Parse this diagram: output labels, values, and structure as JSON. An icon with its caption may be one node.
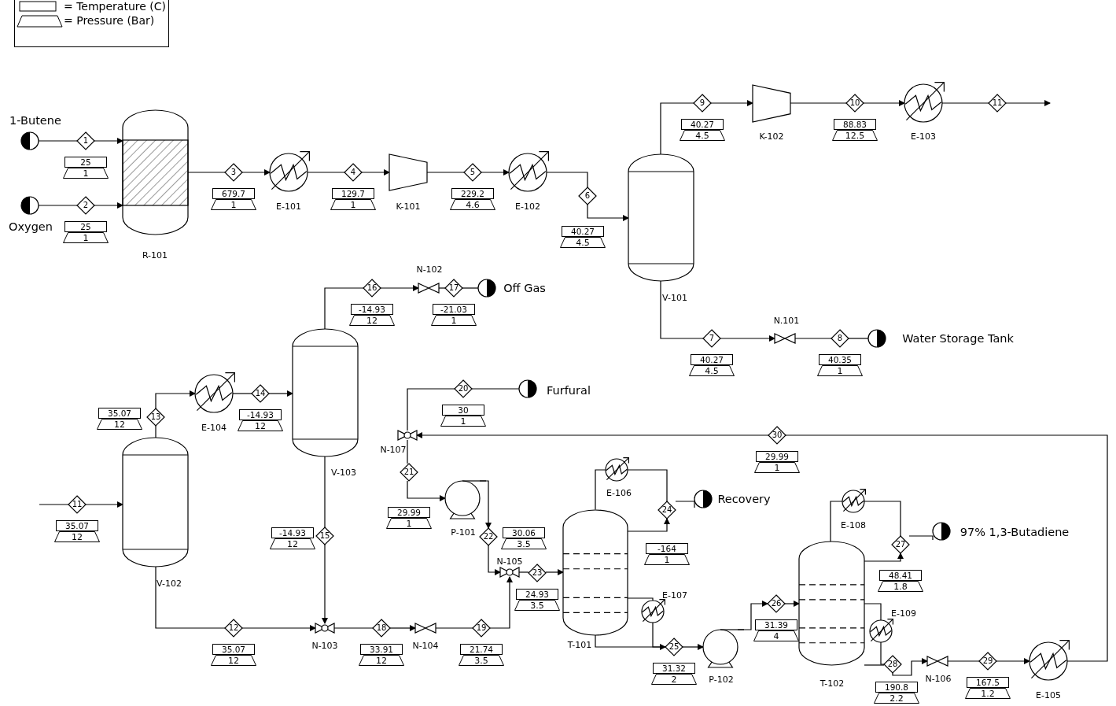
{
  "diagram": {
    "nodes": [
      {
        "text": [
          "1-Butene"
        ]
      },
      {
        "text": [
          "Oxygen"
        ]
      },
      {
        "text": [
          "1"
        ],
        "beside": [
          "25",
          "1"
        ]
      },
      {
        "text": [
          "2"
        ],
        "beside": [
          "25",
          "1"
        ]
      },
      {
        "text": [
          "R-101"
        ]
      },
      {
        "text": [
          "3"
        ],
        "beside": [
          "679.7",
          "1"
        ]
      },
      {
        "text": [
          "E-101"
        ]
      },
      {
        "text": [
          "4"
        ],
        "beside": [
          "129.7",
          "1"
        ]
      },
      {
        "text": [
          "K-101"
        ]
      },
      {
        "text": [
          "5"
        ],
        "beside": [
          "229.2",
          "4.6"
        ]
      },
      {
        "text": [
          "E-102"
        ]
      },
      {
        "text": [
          "6"
        ],
        "beside": [
          "40.27",
          "4.5"
        ]
      },
      {
        "text": [
          "V-101"
        ]
      },
      {
        "text": [
          "9"
        ],
        "beside": [
          "40.27",
          "4.5"
        ]
      },
      {
        "text": [
          "K-102"
        ]
      },
      {
        "text": [
          "10"
        ],
        "beside": [
          "88.83",
          "12.5"
        ]
      },
      {
        "text": [
          "E-103"
        ]
      },
      {
        "text": [
          "11"
        ]
      },
      {
        "text": [
          "7"
        ],
        "beside": [
          "40.27",
          "4.5"
        ]
      },
      {
        "text": [
          "N.101"
        ]
      },
      {
        "text": [
          "8"
        ],
        "beside": [
          "40.35",
          "1"
        ]
      },
      {
        "text": [
          "Water Storage Tank"
        ]
      },
      {
        "text": [
          "16"
        ],
        "beside": [
          "-14.93",
          "12"
        ]
      },
      {
        "text": [
          "N-102"
        ]
      },
      {
        "text": [
          "17"
        ],
        "beside": [
          "-21.03",
          "1"
        ]
      },
      {
        "text": [
          "Off Gas"
        ]
      },
      {
        "text": [
          "V-103"
        ]
      },
      {
        "text": [
          "13"
        ],
        "beside": [
          "35.07",
          "12"
        ]
      },
      {
        "text": [
          "E-104"
        ]
      },
      {
        "text": [
          "14"
        ],
        "beside": [
          "-14.93",
          "12"
        ]
      },
      {
        "text": [
          "20"
        ],
        "beside": [
          "30",
          "1"
        ]
      },
      {
        "text": [
          "Furfural"
        ]
      },
      {
        "text": [
          "N-107"
        ]
      },
      {
        "text": [
          "30"
        ],
        "beside": [
          "29.99",
          "1"
        ]
      },
      {
        "text": [
          "21"
        ],
        "beside": [
          "29.99",
          "1"
        ]
      },
      {
        "text": [
          "P-101"
        ]
      },
      {
        "text": [
          "11"
        ],
        "beside": [
          "35.07",
          "12"
        ]
      },
      {
        "text": [
          "V-102"
        ]
      },
      {
        "text": [
          "15"
        ],
        "beside": [
          "-14.93",
          "12"
        ]
      },
      {
        "text": [
          "22"
        ],
        "beside": [
          "30.06",
          "3.5"
        ]
      },
      {
        "text": [
          "E-106"
        ]
      },
      {
        "text": [
          "24"
        ],
        "beside": [
          "-164",
          "1"
        ]
      },
      {
        "text": [
          "Recovery"
        ]
      },
      {
        "text": [
          "T-101"
        ]
      },
      {
        "text": [
          "N-105"
        ]
      },
      {
        "text": [
          "23"
        ],
        "beside": [
          "24.93",
          "3.5"
        ]
      },
      {
        "text": [
          "E-107"
        ]
      },
      {
        "text": [
          "E-108"
        ]
      },
      {
        "text": [
          "27"
        ],
        "beside": [
          "48.41",
          "1.8"
        ]
      },
      {
        "text": [
          "97% 1,3-Butadiene"
        ]
      },
      {
        "text": [
          "T-102"
        ]
      },
      {
        "text": [
          "E-109"
        ]
      },
      {
        "text": [
          "26"
        ],
        "beside": [
          "31.39",
          "4"
        ]
      },
      {
        "text": [
          "12"
        ],
        "beside": [
          "35.07",
          "12"
        ]
      },
      {
        "text": [
          "N-103"
        ]
      },
      {
        "text": [
          "18"
        ],
        "beside": [
          "33.91",
          "12"
        ]
      },
      {
        "text": [
          "N-104"
        ]
      },
      {
        "text": [
          "19"
        ],
        "beside": [
          "21.74",
          "3.5"
        ]
      },
      {
        "text": [
          "25"
        ],
        "beside": [
          "31.32",
          "2"
        ]
      },
      {
        "text": [
          "P-102"
        ]
      },
      {
        "text": [
          "28"
        ],
        "beside": [
          "190.8",
          "2.2"
        ]
      },
      {
        "text": [
          "N-106"
        ]
      },
      {
        "text": [
          "29"
        ],
        "beside": [
          "167.5",
          "1.2"
        ]
      },
      {
        "text": [
          "E-105"
        ]
      }
    ],
    "edges": [
      {
        "from": 0,
        "to": 2,
        "arrow": "none"
      },
      {
        "from": 2,
        "to": 4,
        "arrow": "to"
      },
      {
        "from": 1,
        "to": 3,
        "arrow": "none"
      },
      {
        "from": 3,
        "to": 4,
        "arrow": "to"
      },
      {
        "from": 4,
        "to": 5,
        "arrow": "none"
      },
      {
        "from": 5,
        "to": 6,
        "arrow": "to"
      },
      {
        "from": 6,
        "to": 7,
        "arrow": "none"
      },
      {
        "from": 7,
        "to": 8,
        "arrow": "to"
      },
      {
        "from": 8,
        "to": 9,
        "arrow": "none"
      },
      {
        "from": 9,
        "to": 10,
        "arrow": "to"
      },
      {
        "from": 10,
        "to": 11,
        "arrow": "none"
      },
      {
        "from": 11,
        "to": 12,
        "arrow": "to"
      },
      {
        "from": 12,
        "to": 13,
        "arrow": "none"
      },
      {
        "from": 13,
        "to": 14,
        "arrow": "to"
      },
      {
        "from": 14,
        "to": 15,
        "arrow": "none"
      },
      {
        "from": 15,
        "to": 16,
        "arrow": "to"
      },
      {
        "from": 16,
        "to": 17,
        "arrow": "none"
      },
      {
        "from": 17,
        "to": null,
        "arrow": "to"
      },
      {
        "from": 12,
        "to": 18,
        "arrow": "none"
      },
      {
        "from": 18,
        "to": 19,
        "arrow": "to"
      },
      {
        "from": 19,
        "to": 20,
        "arrow": "none"
      },
      {
        "from": 20,
        "to": 21,
        "arrow": "none"
      },
      {
        "from": 26,
        "to": 22,
        "arrow": "none"
      },
      {
        "from": 22,
        "to": 23,
        "arrow": "to"
      },
      {
        "from": 23,
        "to": 24,
        "arrow": "none"
      },
      {
        "from": 24,
        "to": 25,
        "arrow": "none"
      },
      {
        "from": 37,
        "to": 27,
        "arrow": "none"
      },
      {
        "from": 27,
        "to": 28,
        "arrow": "to"
      },
      {
        "from": 28,
        "to": 29,
        "arrow": "none"
      },
      {
        "from": 29,
        "to": 26,
        "arrow": "to"
      },
      {
        "from": null,
        "to": 36,
        "arrow": "none"
      },
      {
        "from": 36,
        "to": 37,
        "arrow": "to"
      },
      {
        "from": 26,
        "to": 38,
        "arrow": "none"
      },
      {
        "from": 38,
        "to": 54,
        "arrow": "to"
      },
      {
        "from": 37,
        "to": 53,
        "arrow": "none"
      },
      {
        "from": 53,
        "to": 54,
        "arrow": "to"
      },
      {
        "from": 54,
        "to": 55,
        "arrow": "none"
      },
      {
        "from": 55,
        "to": 56,
        "arrow": "to"
      },
      {
        "from": 56,
        "to": 57,
        "arrow": "none"
      },
      {
        "from": 57,
        "to": 44,
        "arrow": "to"
      },
      {
        "from": 31,
        "to": 30,
        "arrow": "none"
      },
      {
        "from": 30,
        "to": 32,
        "arrow": "none"
      },
      {
        "from": 63,
        "to": 33,
        "arrow": "none"
      },
      {
        "from": 33,
        "to": 32,
        "arrow": "to"
      },
      {
        "from": 32,
        "to": 34,
        "arrow": "none"
      },
      {
        "from": 34,
        "to": 35,
        "arrow": "to"
      },
      {
        "from": 35,
        "to": 39,
        "arrow": "to"
      },
      {
        "from": 39,
        "to": 44,
        "arrow": "to"
      },
      {
        "from": 44,
        "to": 45,
        "arrow": "none"
      },
      {
        "from": 45,
        "to": 43,
        "arrow": "to"
      },
      {
        "from": 43,
        "to": 40,
        "arrow": "none"
      },
      {
        "from": 40,
        "to": 41,
        "arrow": "none"
      },
      {
        "from": 41,
        "to": 42,
        "arrow": "none"
      },
      {
        "from": 43,
        "to": 41,
        "arrow": "to"
      },
      {
        "from": 43,
        "to": 46,
        "arrow": "none"
      },
      {
        "from": 46,
        "to": 58,
        "arrow": "none"
      },
      {
        "from": 43,
        "to": 58,
        "arrow": "to"
      },
      {
        "from": 58,
        "to": 59,
        "arrow": "to"
      },
      {
        "from": 59,
        "to": 52,
        "arrow": "to"
      },
      {
        "from": 52,
        "to": 50,
        "arrow": "to"
      },
      {
        "from": 50,
        "to": 47,
        "arrow": "none"
      },
      {
        "from": 47,
        "to": 48,
        "arrow": "none"
      },
      {
        "from": 48,
        "to": 49,
        "arrow": "none"
      },
      {
        "from": 50,
        "to": 48,
        "arrow": "to"
      },
      {
        "from": 50,
        "to": 51,
        "arrow": "none"
      },
      {
        "from": 51,
        "to": 60,
        "arrow": "none"
      },
      {
        "from": 50,
        "to": 60,
        "arrow": "none"
      },
      {
        "from": 60,
        "to": 61,
        "arrow": "to"
      },
      {
        "from": 61,
        "to": 62,
        "arrow": "none"
      },
      {
        "from": 62,
        "to": 63,
        "arrow": "to"
      }
    ],
    "legend": [
      {
        "text": "= Temperature (C)"
      },
      {
        "text": "= Pressure (Bar)"
      }
    ]
  }
}
